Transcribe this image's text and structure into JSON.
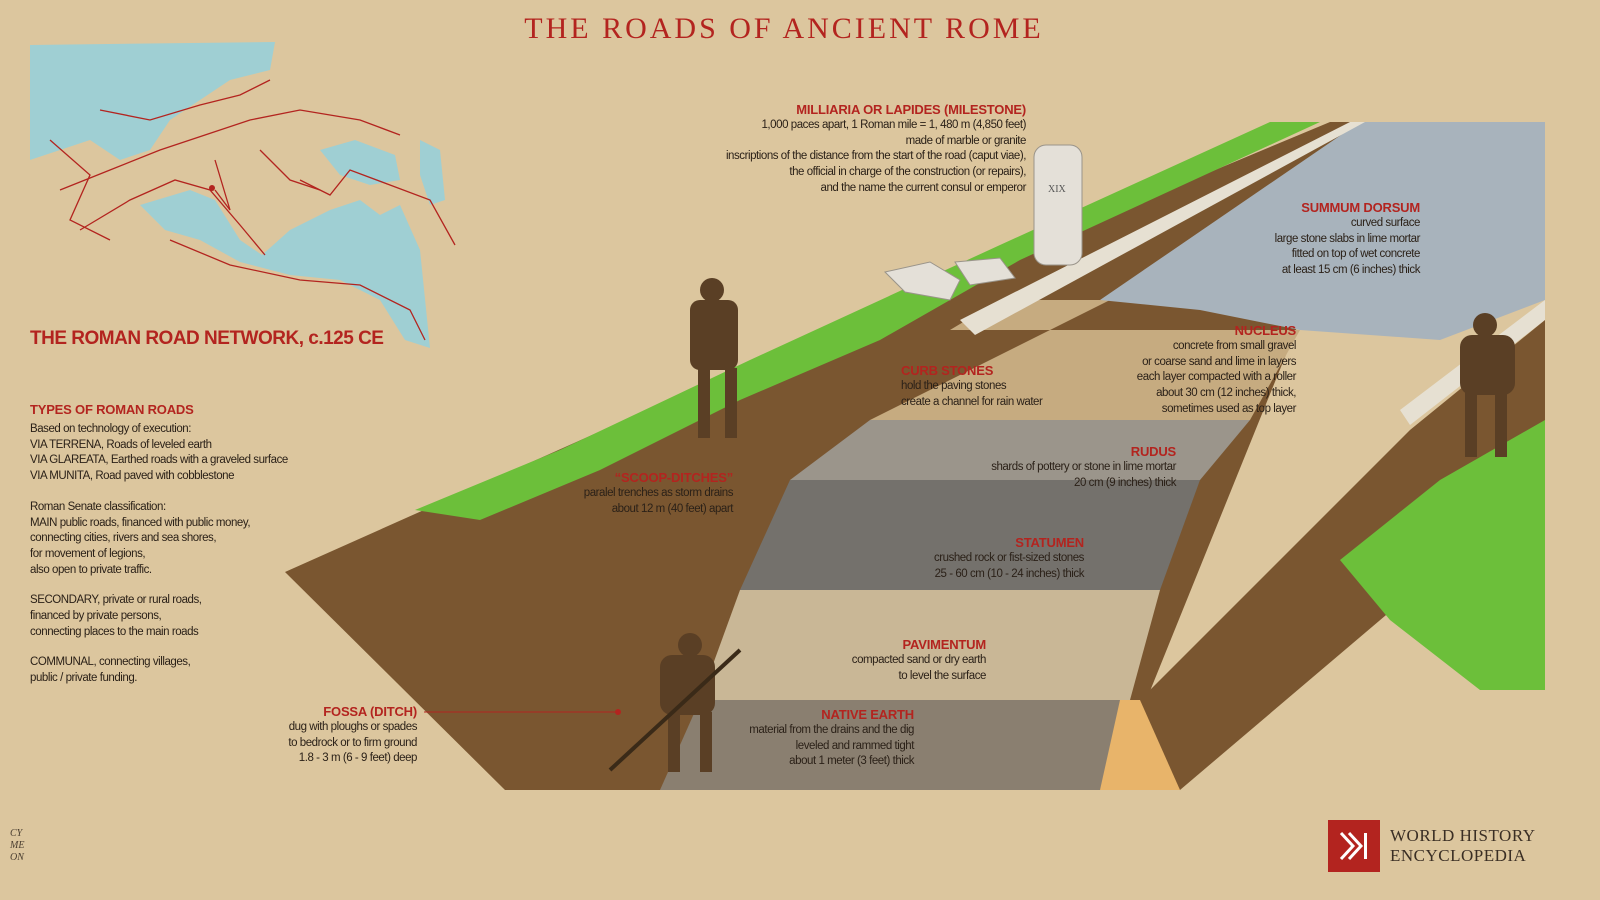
{
  "title": "THE ROADS OF ANCIENT ROME",
  "map": {
    "title": "THE ROMAN ROAD NETWORK, c.125 CE",
    "colors": {
      "sea": "#9fcfd3",
      "roads": "#b3241f"
    }
  },
  "types": {
    "heading": "TYPES OF ROMAN ROADS",
    "paragraphs": [
      [
        "Based on technology of execution:",
        "VIA TERRENA, Roads of leveled earth",
        "VIA GLAREATA, Earthed roads with a graveled surface",
        "VIA MUNITA, Road paved with cobblestone"
      ],
      [
        "Roman Senate classification:",
        "MAIN public roads, financed with public money,",
        "connecting cities, rivers and sea shores,",
        "for movement of legions,",
        "also open to private traffic."
      ],
      [
        "SECONDARY, private or rural roads,",
        "financed by private persons,",
        "connecting places to the  main roads"
      ],
      [
        "COMMUNAL, connecting villages,",
        "public / private funding."
      ]
    ]
  },
  "labels": {
    "milestone": {
      "title": "MILLIARIA OR LAPIDES (MILESTONE)",
      "lines": [
        "1,000 paces apart, 1 Roman mile = 1, 480 m (4,850 feet)",
        "made of marble or granite",
        "inscriptions of the distance from the start of the road (caput viae),",
        "the official in charge of the construction (or repairs),",
        "and the name the current consul or emperor"
      ]
    },
    "summum": {
      "title": "SUMMUM DORSUM",
      "lines": [
        "curved surface",
        "large stone slabs in lime mortar",
        "fitted on top of wet concrete",
        "at least 15 cm (6 inches) thick"
      ]
    },
    "nucleus": {
      "title": "NUCLEUS",
      "lines": [
        "concrete from small gravel",
        "or coarse sand and lime in layers",
        "each layer compacted with a roller",
        "about 30 cm (12 inches) thick,",
        "sometimes used as top layer"
      ]
    },
    "curb": {
      "title": "CURB STONES",
      "lines": [
        "hold the paving stones",
        "create a channel for rain water"
      ]
    },
    "rudus": {
      "title": "RUDUS",
      "lines": [
        "shards of pottery or stone in lime mortar",
        "20 cm (9 inches) thick"
      ]
    },
    "scoop": {
      "title": "“SCOOP-DITCHES”",
      "lines": [
        "paralel trenches as storm drains",
        "about 12 m (40 feet) apart"
      ]
    },
    "statumen": {
      "title": "STATUMEN",
      "lines": [
        "crushed rock or fist-sized stones",
        "25 - 60 cm  (10 - 24 inches) thick"
      ]
    },
    "pavimentum": {
      "title": "PAVIMENTUM",
      "lines": [
        "compacted sand or dry earth",
        "to level the surface"
      ]
    },
    "fossa": {
      "title": "FOSSA (DITCH)",
      "lines": [
        "dug with ploughs or spades",
        "to bedrock or to firm ground",
        "1.8 - 3 m (6 - 9 feet) deep"
      ]
    },
    "native": {
      "title": "NATIVE EARTH",
      "lines": [
        "material from the drains and the dig",
        "leveled and rammed tight",
        "about 1 meter (3 feet) thick"
      ]
    }
  },
  "milestone_inscription": "XIX",
  "logo": {
    "line1": "WORLD HISTORY",
    "line2": "ENCYCLOPEDIA",
    "icon": "wh-logo-icon"
  },
  "signature": [
    "CY",
    "ME",
    "ON"
  ],
  "colors": {
    "accent": "#b3241f",
    "paper": "#dcc69e",
    "earth": "#7a5630",
    "grass": "#6cbf3a"
  }
}
